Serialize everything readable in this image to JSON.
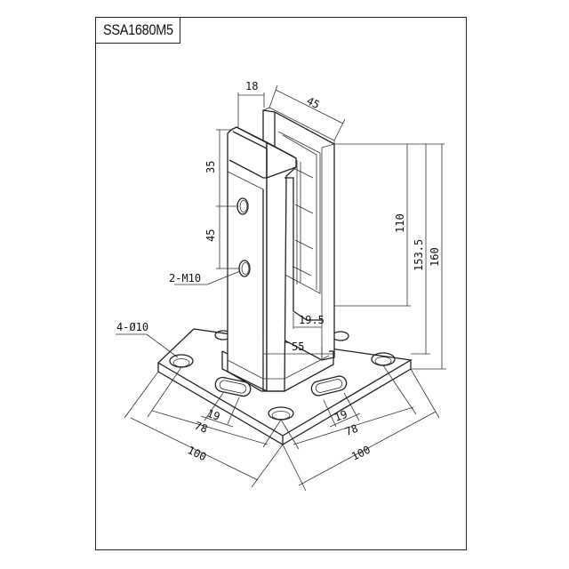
{
  "title": "SSA1680M5",
  "dimensions": {
    "top_width": "18",
    "top_depth": "45",
    "hole_from_top": "35",
    "hole_spacing": "45",
    "thread_label": "2-M10",
    "base_hole_label": "4-Ø10",
    "clamp_depth": "110",
    "post_height": "153.5",
    "total_height": "160",
    "slot_offset": "19.5",
    "post_width": "55",
    "slot_left": "19",
    "hole_spacing_left": "78",
    "base_left": "100",
    "slot_right": "19",
    "hole_spacing_right": "78",
    "base_right": "100"
  }
}
